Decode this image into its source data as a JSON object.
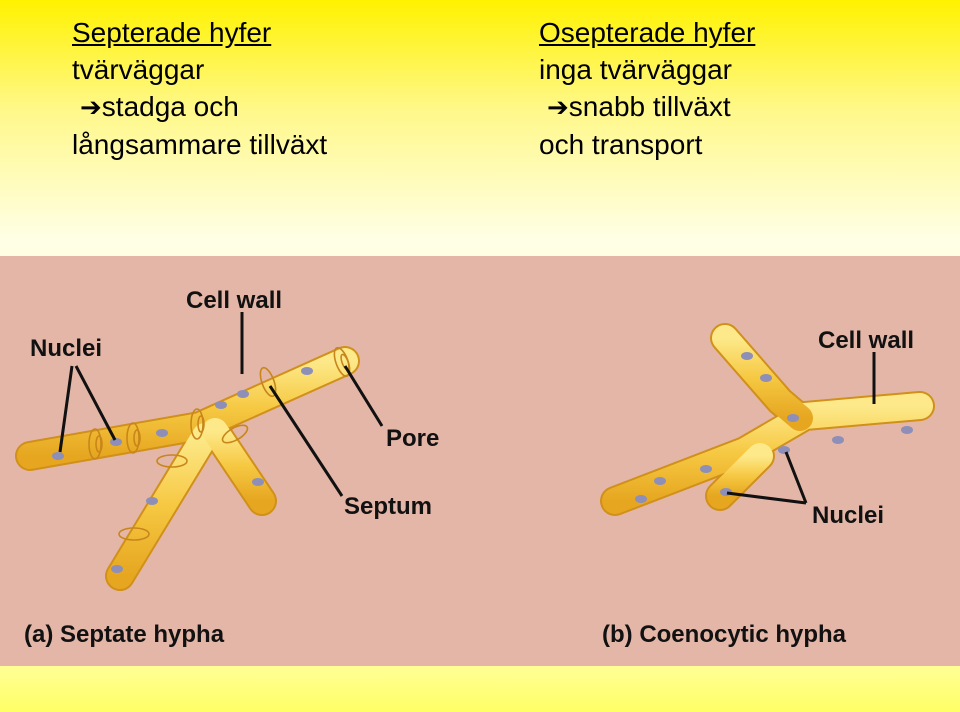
{
  "text": {
    "left_title": "Septerade hyfer",
    "left_line1": "tvärväggar",
    "left_arrow": "➔",
    "left_line2": "stadga och",
    "left_line3": "långsammare tillväxt",
    "right_title": "Osepterade hyfer",
    "right_line1": "inga tvärväggar",
    "right_arrow": "➔",
    "right_line2": "snabb tillväxt",
    "right_line3": "och transport"
  },
  "figure": {
    "left_labels": {
      "cell_wall": "Cell wall",
      "nuclei": "Nuclei",
      "pore": "Pore",
      "septum": "Septum",
      "caption": "(a) Septate hypha"
    },
    "right_labels": {
      "cell_wall": "Cell wall",
      "nuclei": "Nuclei",
      "caption": "(b) Coenocytic hypha"
    },
    "colors": {
      "panel": "#e4b6a7",
      "hypha_fill": "#f6c842",
      "hypha_edge": "#d89a1a",
      "nucleus": "#8d8fb8"
    }
  }
}
